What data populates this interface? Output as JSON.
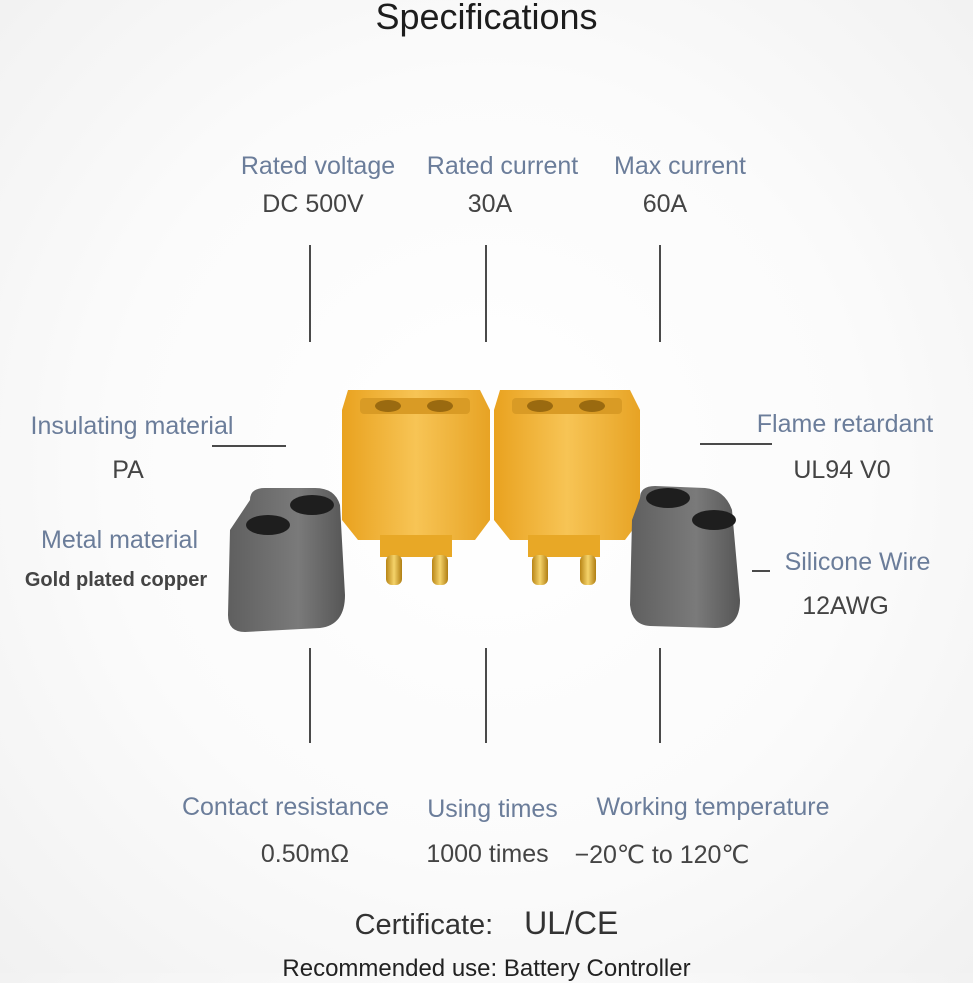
{
  "title": "Specifications",
  "specs": {
    "rated_voltage": {
      "label": "Rated voltage",
      "value": "DC 500V"
    },
    "rated_current": {
      "label": "Rated current",
      "value": "30A"
    },
    "max_current": {
      "label": "Max current",
      "value": "60A"
    },
    "insulating_material": {
      "label": "Insulating material",
      "value": "PA"
    },
    "flame_retardant": {
      "label": "Flame retardant",
      "value": "UL94 V0"
    },
    "metal_material": {
      "label": "Metal material",
      "value": "Gold plated copper"
    },
    "silicone_wire": {
      "label": "Silicone Wire",
      "value": "12AWG"
    },
    "contact_resistance": {
      "label": "Contact resistance",
      "value": "0.50mΩ"
    },
    "using_times": {
      "label": "Using times",
      "value": "1000 times"
    },
    "working_temperature": {
      "label": "Working temperature",
      "value": "−20℃ to 120℃"
    }
  },
  "certificate": {
    "label": "Certificate:",
    "value": "UL/CE"
  },
  "recommended_use": "Recommended use: Battery Controller",
  "colors": {
    "label_text": "#6b7d9a",
    "value_text": "#444444",
    "connector_yellow": "#f2b431",
    "cap_gray": "#6e6e6e",
    "pin_gold": "#d9a521"
  }
}
